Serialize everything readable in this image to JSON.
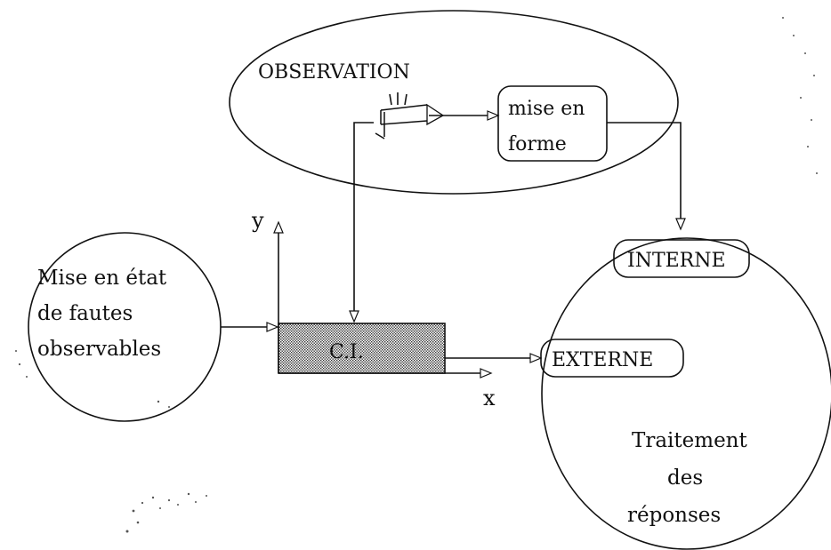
{
  "observation": {
    "title": "OBSERVATION",
    "formatting_line1": "mise en",
    "formatting_line2": "forme"
  },
  "fault_injection": {
    "line1": "Mise en état",
    "line2": "de fautes",
    "line3": "observables"
  },
  "circuit": {
    "label": "C.I.",
    "axis_x": "x",
    "axis_y": "y"
  },
  "responses": {
    "internal": "INTERNE",
    "external": "EXTERNE",
    "line1": "Traitement",
    "line2": "des",
    "line3": "réponses"
  }
}
